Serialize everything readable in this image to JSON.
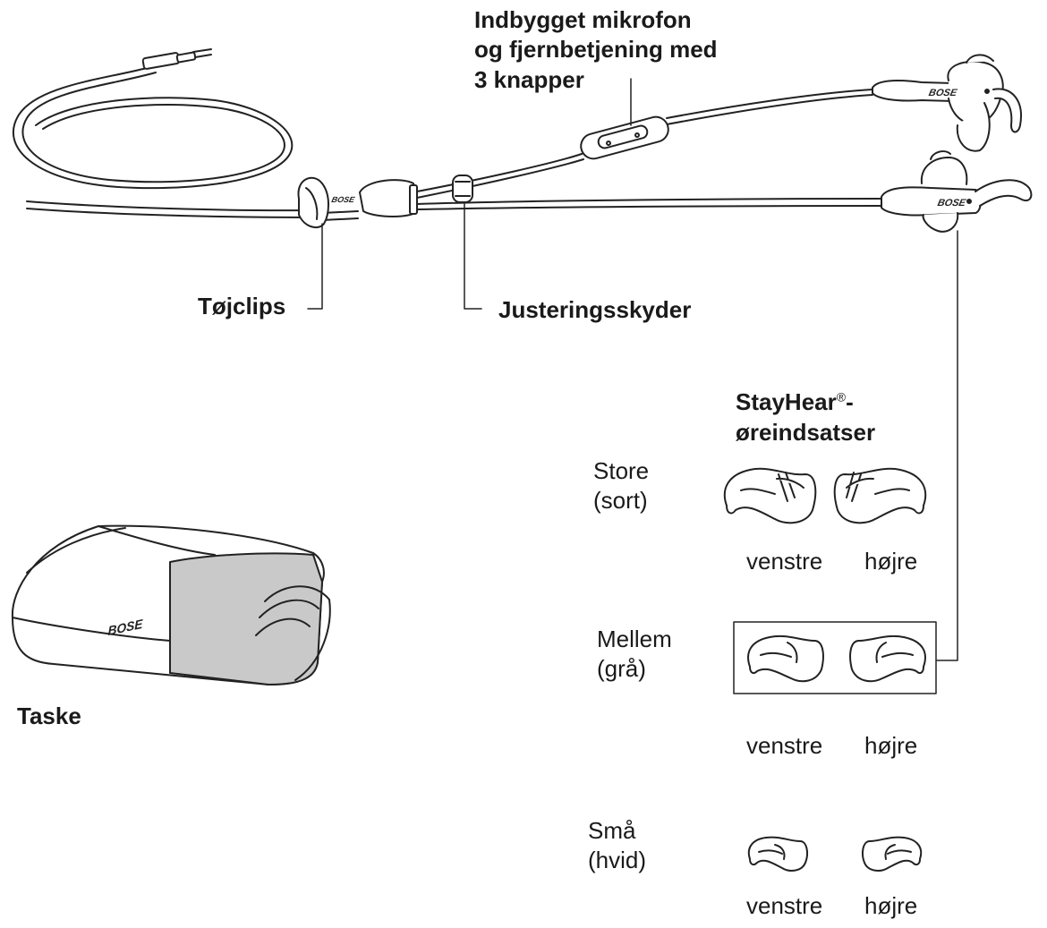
{
  "labels": {
    "microphone": "Indbygget mikrofon\nog fjernbetjening med\n3 knapper",
    "clip": "Tøjclips",
    "slider": "Justeringsskyder",
    "tips_heading_1": "StayHear",
    "tips_heading_reg": "®",
    "tips_heading_dash": "-",
    "tips_heading_2": "øreindsatser",
    "case": "Taske"
  },
  "sizes": [
    {
      "name": "Store\n(sort)",
      "left": "venstre",
      "right": "højre"
    },
    {
      "name": "Mellem\n(grå)",
      "left": "venstre",
      "right": "højre"
    },
    {
      "name": "Små\n(hvid)",
      "left": "venstre",
      "right": "højre"
    }
  ],
  "brand_mark": "BOSE"
}
